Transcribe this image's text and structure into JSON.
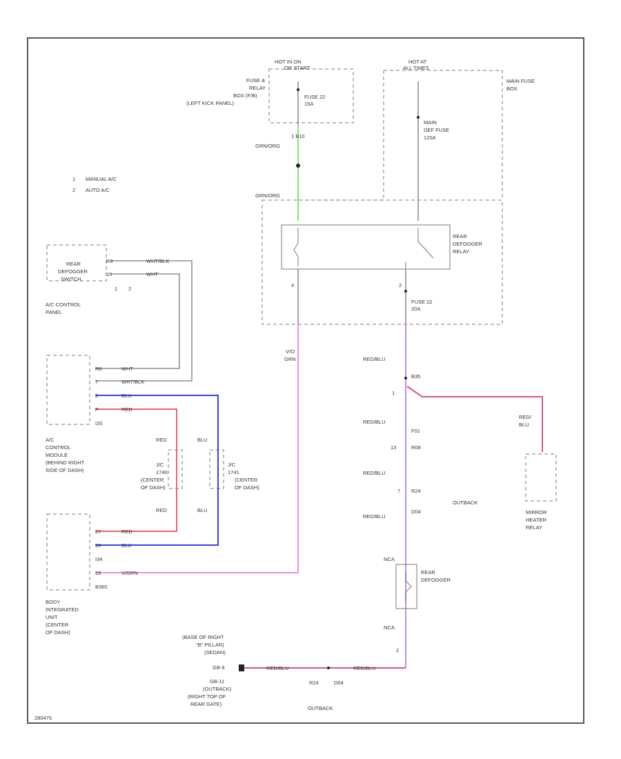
{
  "diagram_id": "280475",
  "legend": [
    {
      "num": "1",
      "text": "MANUAL A/C"
    },
    {
      "num": "2",
      "text": "AUTO A/C"
    }
  ],
  "power": {
    "hot_run_start": [
      "HOT IN ON",
      "OR START"
    ],
    "hot_all_times": [
      "HOT AT",
      "ALL TIMES"
    ]
  },
  "fuse_box_location": [
    "FUSE &",
    "RELAY",
    "BOX (F/B)",
    "(LEFT KICK PANEL)"
  ],
  "fuse_22_top": [
    "FUSE 22",
    "15A"
  ],
  "main_fuse_box": [
    "MAIN FUSE",
    "BOX"
  ],
  "main_def_fuse": [
    "MAIN",
    "DEF FUSE",
    "120A"
  ],
  "rear_defogger_relay": [
    "REAR",
    "DEFOGGER",
    "RELAY"
  ],
  "fuse_22_mid": [
    "FUSE 22",
    "20A"
  ],
  "connectors": {
    "b10": "1  B10",
    "grn_org": "GRN/ORG",
    "relay_top": "GRN/ORG",
    "relay_left": "4",
    "relay_bot": "2",
    "v_grn": [
      "V/O",
      "GRN"
    ],
    "b35": "B35",
    "f01": "F01",
    "r08": "R08",
    "d04": "D04",
    "r24": "R24",
    "r08_pin": "13",
    "p1": "1",
    "p7": "7",
    "p2": "2",
    "nca": "NCA",
    "ncb": "NCA",
    "r24_oh": "R24",
    "d04_oh": "D04"
  },
  "wire_labels": {
    "red_blu_1": "RED/BLU",
    "red_blu_2": "RED/BLU",
    "red_blu_3": "RED/BLU",
    "red_blu_4": "RED/BLU",
    "red_blu_5": "RED/BLU",
    "red_blu_6": "RED/BLU",
    "red_blu_right": [
      "RED/",
      "BLU"
    ],
    "red_1": "RED",
    "red_2": "RED",
    "red_3": "RED",
    "red_4": "RED",
    "blu_1": "BLU",
    "blu_2": "BLU",
    "blu_3": "BLU",
    "blu_4": "BLU",
    "wht": "WHT",
    "wht_blk": "WHT/BLK",
    "wht_2": "WHT",
    "wht_blk_2": "WHT/BLK",
    "v_grn": "V/GRN"
  },
  "rear_def_switch": [
    "REAR",
    "DEFOGGER",
    "SWITCH"
  ],
  "ac_control_panel": [
    "A/C CONTROL",
    "PANEL"
  ],
  "switch_pins": {
    "a": "R9",
    "b": "10",
    "c": "1",
    "d": "2"
  },
  "ac_module": [
    "A/C",
    "CONTROL",
    "MODULE",
    "(BEHIND RIGHT",
    "SIDE OF DASH)"
  ],
  "ac_module_pins": [
    "R8",
    "7",
    "2",
    "P",
    "I20"
  ],
  "jc_left": [
    "J/C",
    "1740",
    "(CENTER",
    "OF DASH)"
  ],
  "jc_right": [
    "J/C",
    "1741",
    "(CENTER",
    "OF DASH)"
  ],
  "biu": [
    "BODY",
    "INTEGRATED",
    "UNIT",
    "(CENTER",
    "OF DASH)"
  ],
  "biu_pins": [
    "27",
    "28",
    "I34",
    "29",
    "B360"
  ],
  "outback_1": "OUTBACK",
  "outback_2": "OUTBACK",
  "rear_defogger": [
    "REAR",
    "DEFOGGER"
  ],
  "mirror_relay": [
    "MIRROR",
    "HEATER",
    "RELAY"
  ],
  "ground": [
    "(BASE OF RIGHT",
    "\"B\" PILLAR)",
    "(SEDAN)",
    "GB-9",
    "GB-11",
    "(OUTBACK)",
    "(RIGHT TOP OF",
    "REAR GATE)"
  ],
  "colors": {
    "green": "#89e07a",
    "pink": "#f28ce8",
    "violet": "#c08ee0",
    "blue": "#3a3af5",
    "red": "#f06262",
    "magenta": "#d9528c",
    "gray": "#777777"
  }
}
